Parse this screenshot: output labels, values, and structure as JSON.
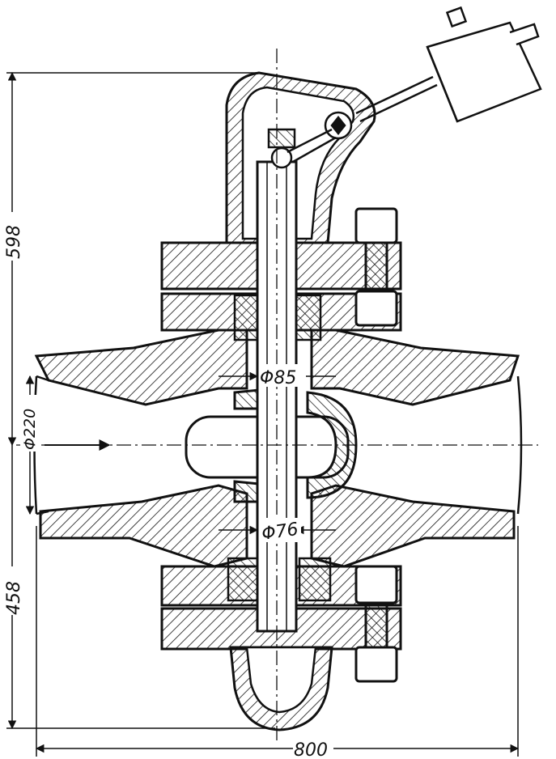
{
  "dimensions": {
    "total_height_upper": "598",
    "total_height_lower": "458",
    "bore_diameter": "Φ220",
    "upper_stem_diameter": "Φ85",
    "lower_stem_diameter": "Φ76",
    "overall_length": "800"
  },
  "colors": {
    "ink": "#111111",
    "paper": "#ffffff"
  }
}
